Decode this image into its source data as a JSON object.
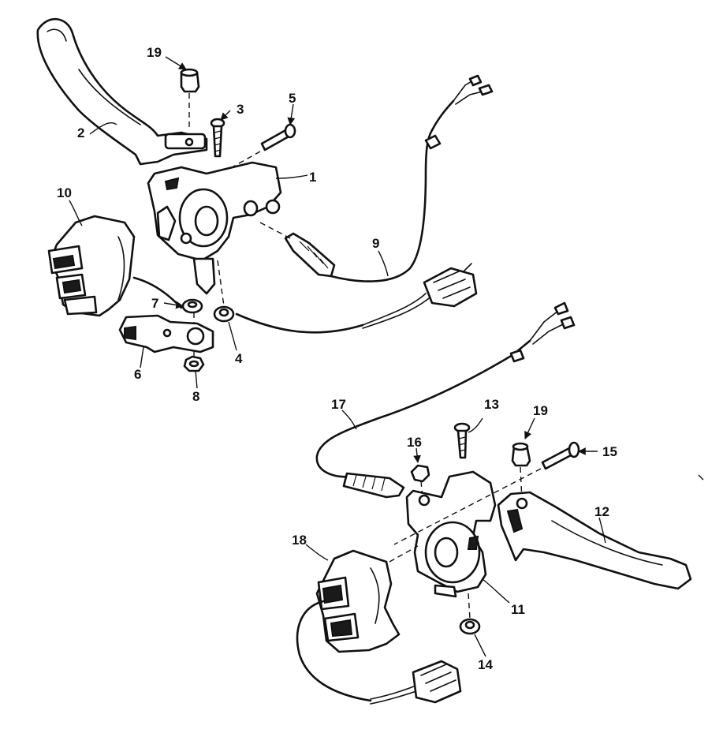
{
  "callouts": {
    "c1": "1",
    "c2": "2",
    "c3": "3",
    "c4": "4",
    "c5": "5",
    "c6": "6",
    "c7": "7",
    "c8": "8",
    "c9": "9",
    "c10": "10",
    "c11": "11",
    "c12": "12",
    "c13": "13",
    "c14": "14",
    "c15": "15",
    "c16": "16",
    "c17": "17",
    "c18": "18",
    "c19a": "19",
    "c19b": "19"
  },
  "colors": {
    "line": "#111111",
    "paper": "#ffffff"
  },
  "icons": [
    "arrow-icon"
  ]
}
